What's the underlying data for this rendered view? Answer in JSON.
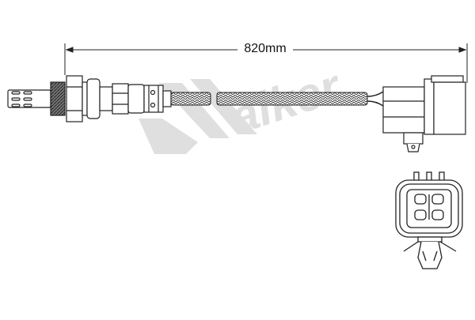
{
  "diagram": {
    "subject": "oxygen sensor",
    "dimension": {
      "label": "820mm",
      "value": 820,
      "unit": "mm"
    },
    "watermark": {
      "text": "Walker",
      "color": "#d8d8d8"
    },
    "parts": [
      {
        "id": "sensor-tip",
        "label": "probe tip"
      },
      {
        "id": "thread",
        "label": "threaded body"
      },
      {
        "id": "hex-nut",
        "label": "hex nut"
      },
      {
        "id": "sensor-body",
        "label": "sensor body"
      },
      {
        "id": "braided-sleeve-1",
        "label": "braided sleeve"
      },
      {
        "id": "braided-sleeve-2",
        "label": "braided sleeve"
      },
      {
        "id": "wires",
        "label": "lead wires"
      },
      {
        "id": "connector-side",
        "label": "connector side view"
      },
      {
        "id": "connector-front",
        "label": "connector front view",
        "pins": 4
      }
    ],
    "colors": {
      "line": "#222222",
      "thread": "#555555",
      "background": "#ffffff"
    }
  }
}
